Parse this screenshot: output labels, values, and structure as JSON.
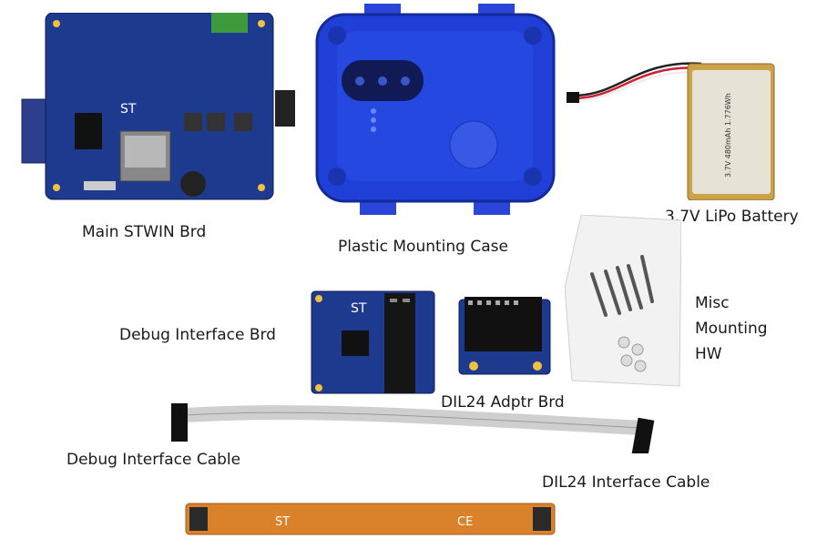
{
  "labels": {
    "main_board": "Main STWIN Brd",
    "case": "Plastic Mounting Case",
    "battery": "3.7V LiPo Battery",
    "debug_board": "Debug Interface Brd",
    "misc_line1": "Misc",
    "misc_line2": "Mounting",
    "misc_line3": "HW",
    "dil_adapter": "DIL24 Adptr Brd",
    "debug_cable": "Debug Interface Cable",
    "dil_cable": "DIL24 Interface Cable"
  },
  "markings": {
    "st_logo": "ST",
    "battery_text": "3.7V 480mAh 1.776Wh",
    "ce": "CE"
  },
  "colors": {
    "pcb_blue": "#1d3a8f",
    "case_blue": "#1f3fd6",
    "battery_gold": "#c9a24a",
    "flex_orange": "#d9822b",
    "cable_gray": "#cfcfcf"
  }
}
